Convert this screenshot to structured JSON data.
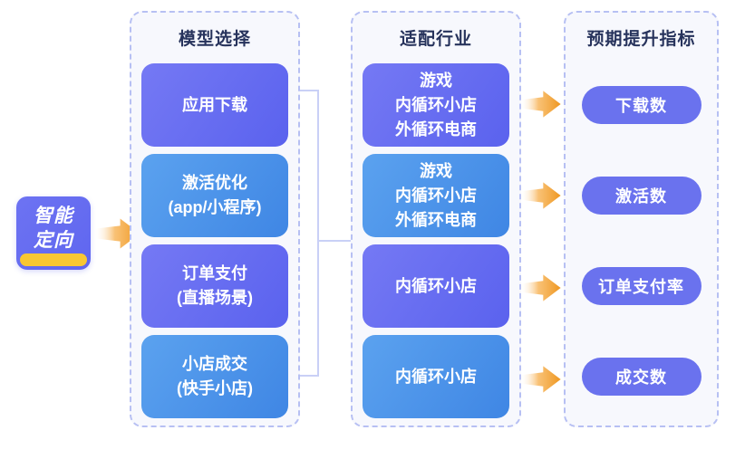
{
  "diagram": {
    "badge": {
      "label": "智能\n定向"
    },
    "columns": {
      "models": {
        "title": "模型选择",
        "boxes": [
          {
            "label": "应用下载"
          },
          {
            "label": "激活优化\n(app/小程序)"
          },
          {
            "label": "订单支付\n(直播场景)"
          },
          {
            "label": "小店成交\n(快手小店)"
          }
        ]
      },
      "industries": {
        "title": "适配行业",
        "boxes": [
          {
            "label": "游戏\n内循环小店\n外循环电商"
          },
          {
            "label": "游戏\n内循环小店\n外循环电商"
          },
          {
            "label": "内循环小店"
          },
          {
            "label": "内循环小店"
          }
        ]
      },
      "metrics": {
        "title": "预期提升指标",
        "pills": [
          {
            "label": "下载数"
          },
          {
            "label": "激活数"
          },
          {
            "label": "订单支付率"
          },
          {
            "label": "成交数"
          }
        ]
      }
    },
    "colors": {
      "box_purple_start": "#7579f4",
      "box_purple_end": "#5a62ee",
      "box_blue_start": "#5ba2ef",
      "box_blue_end": "#3f86e4",
      "metric_pill": "#6a72ee",
      "badge": "#6669f0",
      "badge_underline": "#f8c733",
      "arrow_orange": "#ee961f",
      "panel_border": "#b7c0f3",
      "panel_background": "#f7f8fd",
      "title_text": "#27335c",
      "connector_line": "#c9d0f6"
    }
  }
}
